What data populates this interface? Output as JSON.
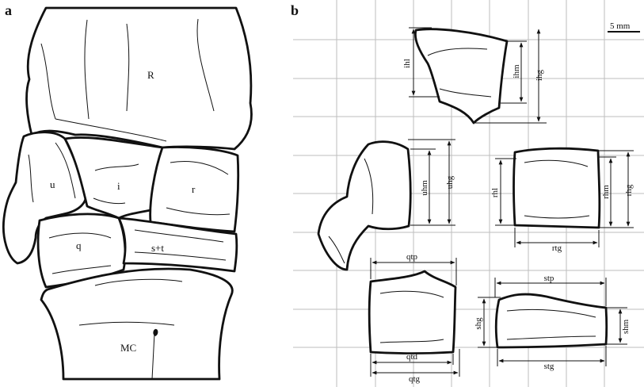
{
  "panels": {
    "a": {
      "label": "a",
      "bones": {
        "radius": "R",
        "ulnare": "u",
        "intermedium": "i",
        "radiale": "r",
        "distal_q": "q",
        "distal_st": "s+t",
        "metacarpal": "MC"
      }
    },
    "b": {
      "label": "b",
      "scale": "5 mm",
      "measurements": {
        "ihl": "ihl",
        "ihm": "ihm",
        "ihg": "ihg",
        "uhm": "uhm",
        "uhg": "uhg",
        "rhl": "rhl",
        "rhm": "rhm",
        "rhg": "rhg",
        "rtg": "rtg",
        "qtp": "qtp",
        "qtd": "qtd",
        "qtg": "qtg",
        "stp": "stp",
        "shg": "shg",
        "shm": "shm",
        "stg": "stg"
      }
    }
  }
}
